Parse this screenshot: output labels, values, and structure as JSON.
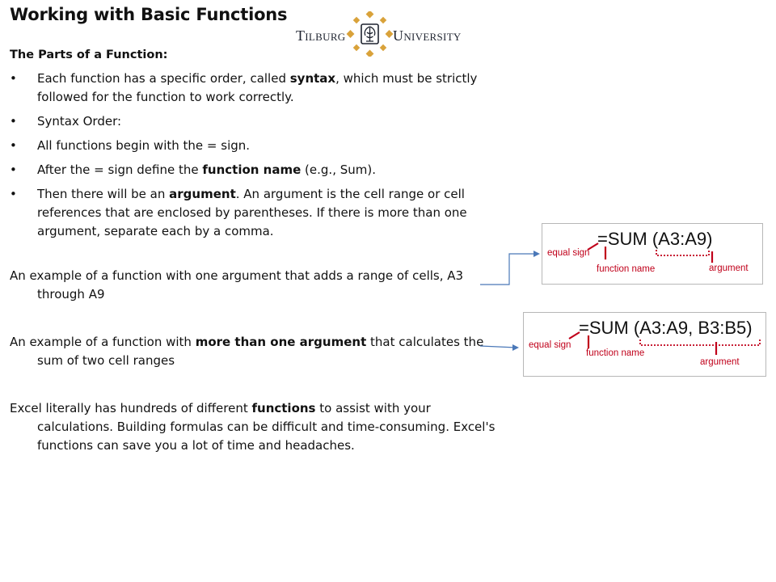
{
  "page": {
    "title": "Working with Basic Functions",
    "logo": {
      "left_word": "Tilburg",
      "right_word": "University"
    }
  },
  "section": {
    "heading": "The Parts of a Function:",
    "bullets": [
      {
        "parts": [
          "Each function has a specific order, called ",
          "syntax",
          ", which must be strictly followed for the function to work correctly."
        ]
      },
      {
        "parts": [
          "Syntax Order:"
        ]
      },
      {
        "parts": [
          "All functions begin with the = sign."
        ]
      },
      {
        "parts": [
          "After the = sign define the ",
          "function name",
          " (e.g., Sum)."
        ]
      },
      {
        "parts": [
          "Then there will be an ",
          "argument",
          ". An argument is the cell range or cell references that are enclosed by parentheses. If there is more than one argument, separate each by a comma."
        ]
      }
    ],
    "example_one": "An example of a function with one argument that adds a range of cells, A3 through A9",
    "example_two": {
      "before": "An example of a function with ",
      "bold": "more than one argument",
      "after": " that calculates the sum of two cell ranges"
    },
    "closing": {
      "before": "Excel literally has hundreds of different ",
      "bold": "functions",
      "after": " to assist with your calculations. Building formulas can be difficult and time-consuming. Excel's functions can save you a lot of time and headaches."
    }
  },
  "diagram_one": {
    "formula": "=SUM (A3:A9)",
    "label_equal": "equal sign",
    "label_name": "function name",
    "label_argument": "argument"
  },
  "diagram_two": {
    "formula": "=SUM (A3:A9, B3:B5)",
    "label_equal": "equal sign",
    "label_name": "function name",
    "label_argument": "argument"
  },
  "colors": {
    "label_red": "#c0001a",
    "arrow_blue": "#4a78b8",
    "logo_gold": "#d9a23a",
    "logo_navy": "#1f2430"
  }
}
